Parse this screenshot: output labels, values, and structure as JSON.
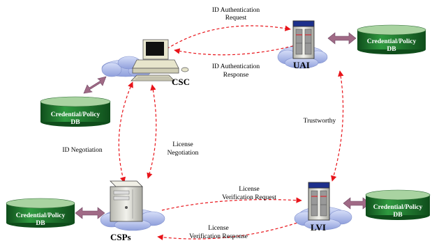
{
  "nodes": {
    "csc": "CSC",
    "uai": "UAI",
    "csps": "CSPs",
    "lvi": "LVI"
  },
  "databases": {
    "db_line1": "Credential/Policy",
    "db_line2": "DB"
  },
  "edges": {
    "id_auth_request_1": "ID Authentication",
    "id_auth_request_2": "Request",
    "id_auth_response_1": "ID Authentication",
    "id_auth_response_2": "Response",
    "trustworthy": "Trustworthy",
    "id_negotiation": "ID Negotiation",
    "license_negotiation_1": "License",
    "license_negotiation_2": "Negotiation",
    "license_verif_request_1": "License",
    "license_verif_request_2": "Verification Request",
    "license_verif_response_1": "License",
    "license_verif_response_2": "Verification Response"
  },
  "colors": {
    "dashed_arrow": "#e8141a",
    "db_fill": "#1f7a2e",
    "db_top": "#a9d3a1",
    "double_arrow": "#a06a86",
    "cloud": "#aebbe9"
  }
}
